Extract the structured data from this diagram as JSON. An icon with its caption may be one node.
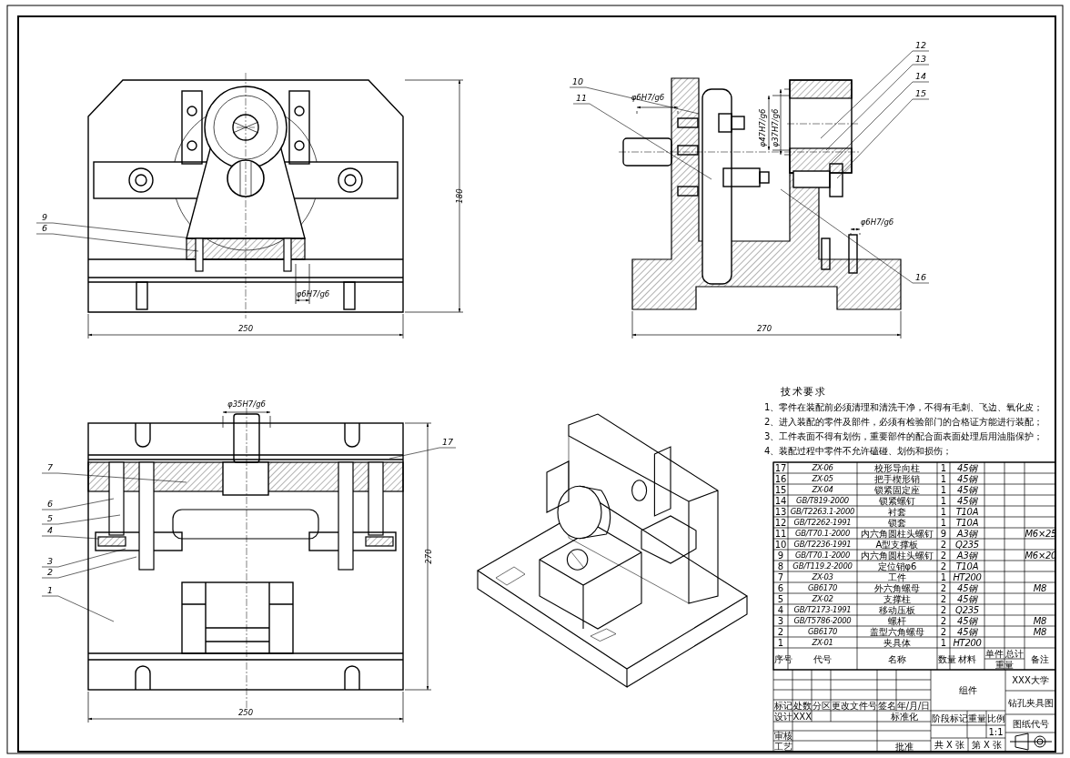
{
  "diagram": {
    "nodes": [
      {
        "text": [
          "9"
        ]
      },
      {
        "text": [
          "6"
        ]
      },
      {
        "text": [
          "10"
        ]
      },
      {
        "text": [
          "11"
        ]
      },
      {
        "text": [
          "12"
        ]
      },
      {
        "text": [
          "13"
        ]
      },
      {
        "text": [
          "14"
        ]
      },
      {
        "text": [
          "15"
        ]
      },
      {
        "text": [
          "16"
        ]
      },
      {
        "text": [
          "7"
        ]
      },
      {
        "text": [
          "6"
        ]
      },
      {
        "text": [
          "5"
        ]
      },
      {
        "text": [
          "4"
        ]
      },
      {
        "text": [
          "3"
        ]
      },
      {
        "text": [
          "2"
        ]
      },
      {
        "text": [
          "1"
        ]
      },
      {
        "text": [
          "17"
        ]
      }
    ],
    "edges": [
      {
        "from": 0,
        "to": null,
        "arrow": "none"
      },
      {
        "from": 1,
        "to": null,
        "arrow": "none"
      },
      {
        "from": 2,
        "to": null,
        "arrow": "none"
      },
      {
        "from": 3,
        "to": null,
        "arrow": "none"
      },
      {
        "from": 4,
        "to": null,
        "arrow": "none"
      },
      {
        "from": 5,
        "to": null,
        "arrow": "none"
      },
      {
        "from": 6,
        "to": null,
        "arrow": "none"
      },
      {
        "from": 7,
        "to": null,
        "arrow": "none"
      },
      {
        "from": 8,
        "to": null,
        "arrow": "none"
      },
      {
        "from": 9,
        "to": null,
        "arrow": "none"
      },
      {
        "from": 10,
        "to": null,
        "arrow": "none"
      },
      {
        "from": 11,
        "to": null,
        "arrow": "none"
      },
      {
        "from": 12,
        "to": null,
        "arrow": "none"
      },
      {
        "from": 13,
        "to": null,
        "arrow": "none"
      },
      {
        "from": 14,
        "to": null,
        "arrow": "none"
      },
      {
        "from": 15,
        "to": null,
        "arrow": "none"
      },
      {
        "from": 16,
        "to": null,
        "arrow": "none"
      }
    ],
    "labels": [
      "φ6H7/g6",
      "φ47H7/g6",
      "φ37H7/g6",
      "180",
      "φ6H7/g6",
      "φ6H7/g6",
      "250",
      "270",
      "φ35H7/g6",
      "技术要求",
      "1、零件在装配前必须清理和清洗干净，不得有毛刺、飞边、氧化皮；",
      "2、进入装配的零件及部件，必须有检验部门的合格证方能进行装配；",
      "3、工件表面不得有划伤，重要部件的配合面表面处理后用油脂保护；",
      "4、装配过程中零件不允许磕碰、划伤和损伤；",
      "270",
      "250",
      "17",
      "ZX-06",
      "校形导向柱",
      "1",
      "45钢",
      "16",
      "ZX-05",
      "把手楔形销",
      "1",
      "45钢",
      "15",
      "ZX-04",
      "锁紧固定座",
      "1",
      "45钢",
      "14",
      "GB/T819-2000",
      "锁紧螺钉",
      "1",
      "45钢",
      "13",
      "GB/T2263.1-2000",
      "衬套",
      "1",
      "T10A",
      "12",
      "GB/T2262-1991",
      "锁套",
      "1",
      "T10A",
      "11",
      "GB/T70.1-2000",
      "内六角圆柱头螺钉",
      "9",
      "A3钢",
      "M6×25",
      "10",
      "GB/T2236-1991",
      "A型支撑板",
      "2",
      "Q235",
      "9",
      "GB/T70.1-2000",
      "内六角圆柱头螺钉",
      "2",
      "A3钢",
      "M6×20",
      "8",
      "GB/T119.2-2000",
      "定位销φ6",
      "2",
      "T10A",
      "7",
      "ZX-03",
      "工件",
      "1",
      "HT200",
      "6",
      "GB6170",
      "外六角螺母",
      "2",
      "45钢",
      "M8",
      "5",
      "ZX-02",
      "支撑柱",
      "2",
      "45钢",
      "4",
      "GB/T2173-1991",
      "移动压板",
      "2",
      "Q235",
      "3",
      "GB/T5786-2000",
      "螺杆",
      "2",
      "45钢",
      "M8",
      "2",
      "GB6170",
      "盖型六角螺母",
      "2",
      "45钢",
      "M8",
      "1",
      "ZX-01",
      "夹具体",
      "1",
      "HT200",
      "序号",
      "代号",
      "名称",
      "数量",
      "材料",
      "单件",
      "总计",
      "重量",
      "备注",
      "标记",
      "处数",
      "分区",
      "更改文件号",
      "签名",
      "年/月/日",
      "设计",
      "XXX",
      "标准化",
      "审核",
      "工艺",
      "批准",
      "组件",
      "阶段标记",
      "重量",
      "比例",
      "1:1",
      "共 X 张",
      "第 X 张",
      "XXX大学",
      "钻孔夹具图",
      "图纸代号"
    ]
  }
}
